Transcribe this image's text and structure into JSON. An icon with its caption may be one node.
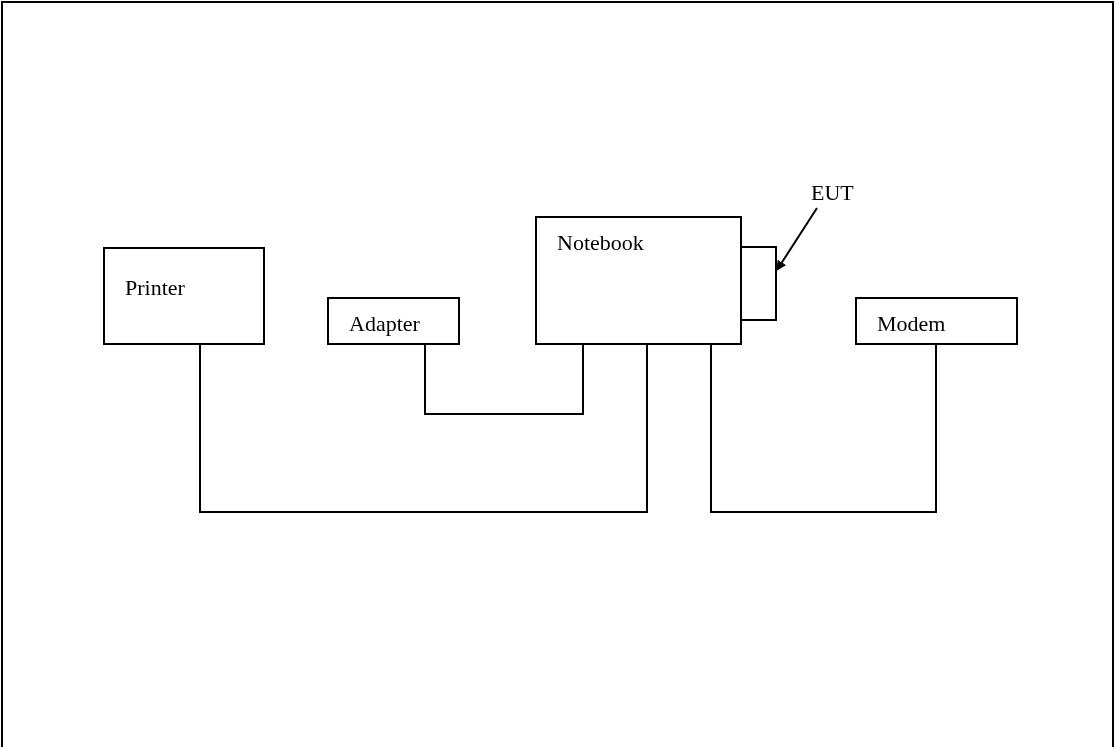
{
  "diagram": {
    "nodes": [
      {
        "text": [
          "Printer"
        ]
      },
      {
        "text": [
          "Adapter"
        ]
      },
      {
        "text": [
          "Notebook"
        ]
      },
      {
        "text": [
          "Modem"
        ]
      },
      {
        "text": [
          "EUT"
        ]
      },
      {
        "text": [],
        "shape": "bracket"
      }
    ],
    "edges": [
      {
        "from": 0,
        "to": 2,
        "arrow": "none"
      },
      {
        "from": 1,
        "to": 2,
        "arrow": "none"
      },
      {
        "from": 2,
        "to": 3,
        "arrow": "none"
      },
      {
        "from": 4,
        "to": 5,
        "arrow": "to"
      }
    ]
  }
}
